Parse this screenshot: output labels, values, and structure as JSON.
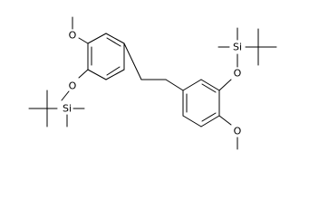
{
  "molecule": {
    "atom_labels": {
      "methoxy_o_left": "O",
      "silyl_ether_o_left": "O",
      "si_left": "Si",
      "methoxy_o_right": "O",
      "silyl_ether_o_right": "O",
      "si_right": "Si"
    }
  }
}
